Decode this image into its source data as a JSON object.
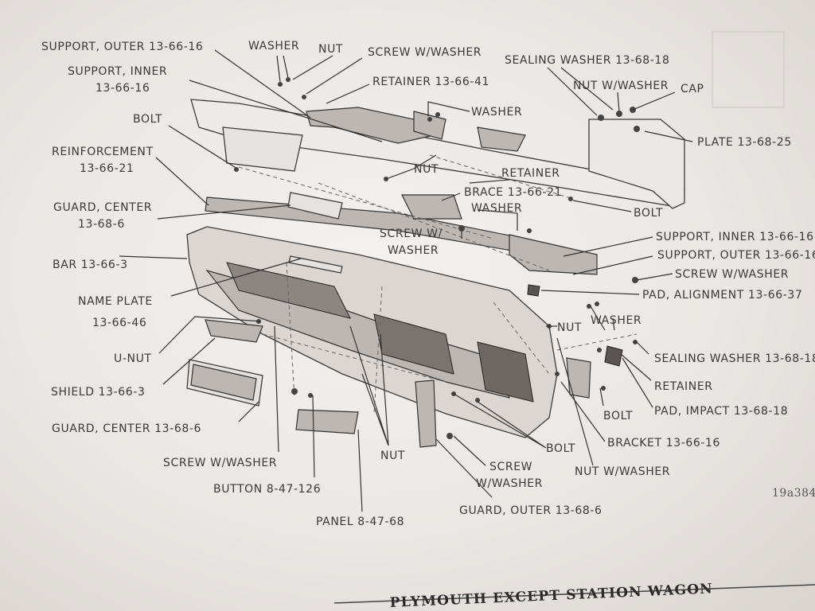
{
  "labels": {
    "support_outer_top": "SUPPORT, OUTER 13-66-16",
    "washer_top": "WASHER",
    "nut_top": "NUT",
    "screw_washer_top": "SCREW W/WASHER",
    "support_inner_top_1": "SUPPORT, INNER",
    "support_inner_top_2": "13-66-16",
    "retainer_top": "RETAINER 13-66-41",
    "sealing_washer_top": "SEALING WASHER 13-68-18",
    "nut_washer_top": "NUT W/WASHER",
    "cap": "CAP",
    "bolt_left": "BOLT",
    "washer_mid": "WASHER",
    "plate": "PLATE 13-68-25",
    "reinforcement_1": "REINFORCEMENT",
    "reinforcement_2": "13-66-21",
    "nut_mid": "NUT",
    "retainer_mid": "RETAINER",
    "brace": "BRACE 13-66-21",
    "guard_center_1": "GUARD, CENTER",
    "guard_center_2": "13-68-6",
    "washer_brace": "WASHER",
    "bolt_right": "BOLT",
    "screw_w": "SCREW W/",
    "washer_w": "WASHER",
    "support_inner_right": "SUPPORT, INNER 13-66-16",
    "support_outer_right": "SUPPORT, OUTER 13-66-16",
    "bar": "BAR 13-66-3",
    "screw_washer_right": "SCREW W/WASHER",
    "name_plate_1": "NAME PLATE",
    "name_plate_2": "13-66-46",
    "pad_alignment": "PAD, ALIGNMENT 13-66-37",
    "nut_low": "NUT",
    "washer_low": "WASHER",
    "u_nut": "U-NUT",
    "sealing_washer_right": "SEALING WASHER 13-68-18",
    "retainer_right": "RETAINER",
    "shield": "SHIELD 13-66-3",
    "bolt_bracket": "BOLT",
    "pad_impact": "PAD, IMPACT 13-68-18",
    "guard_center_bottom": "GUARD, CENTER 13-68-6",
    "bolt_bottom": "BOLT",
    "bracket": "BRACKET 13-66-16",
    "screw_washer_bottom": "SCREW W/WASHER",
    "nut_bottom": "NUT",
    "screw_1": "SCREW",
    "screw_2": "W/WASHER",
    "nut_washer_bottom": "NUT W/WASHER",
    "button": "BUTTON 8-47-126",
    "guard_outer": "GUARD, OUTER 13-68-6",
    "panel": "PANEL 8-47-68",
    "figure_code": "19a384",
    "title": "PLYMOUTH EXCEPT STATION WAGON"
  }
}
